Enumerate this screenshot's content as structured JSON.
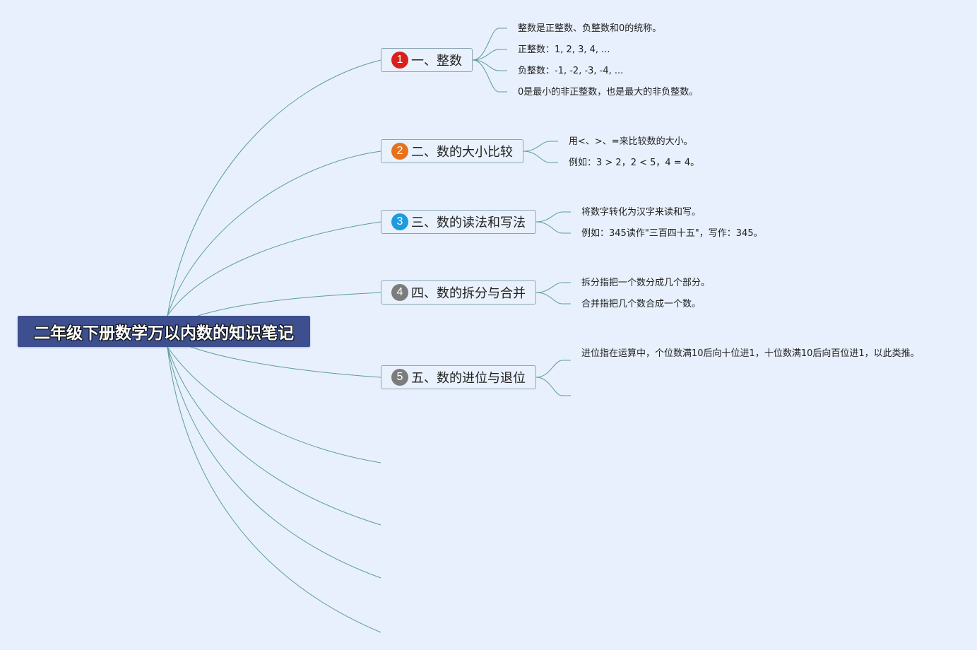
{
  "root": {
    "title": "二年级下册数学万以内数的知识笔记"
  },
  "topics": [
    {
      "marker_number": "1",
      "marker_color": "#d9201a",
      "label": "一、整数",
      "children": [
        "整数是正整数、负整数和0的统称。",
        "正整数：1, 2, 3, 4, ...",
        "负整数：-1, -2, -3, -4, ...",
        "0是最小的非正整数，也是最大的非负整数。"
      ]
    },
    {
      "marker_number": "2",
      "marker_color": "#e8711c",
      "label": "二、数的大小比较",
      "children": [
        "用<、>、=来比较数的大小。",
        "例如：3 > 2，2 < 5，4 = 4。"
      ]
    },
    {
      "marker_number": "3",
      "marker_color": "#1e9be0",
      "label": "三、数的读法和写法",
      "children": [
        "将数字转化为汉字来读和写。",
        "例如：345读作\"三百四十五\"，写作：345。"
      ]
    },
    {
      "marker_number": "4",
      "marker_color": "#7c7c7c",
      "label": "四、数的拆分与合并",
      "children": [
        "拆分指把一个数分成几个部分。",
        "合并指把几个数合成一个数。"
      ]
    },
    {
      "marker_number": "5",
      "marker_color": "#7c7c7c",
      "label": "五、数的进位与退位",
      "children": [
        "进位指在运算中，个位数满10后向十位进1，十位数满10后向百位进1，以此类推。"
      ]
    }
  ],
  "colors": {
    "background": "#e8f0fd",
    "connector": "#5b9e98",
    "root_fill": "#3d4f8f",
    "topic_border": "#8aa6b5"
  }
}
